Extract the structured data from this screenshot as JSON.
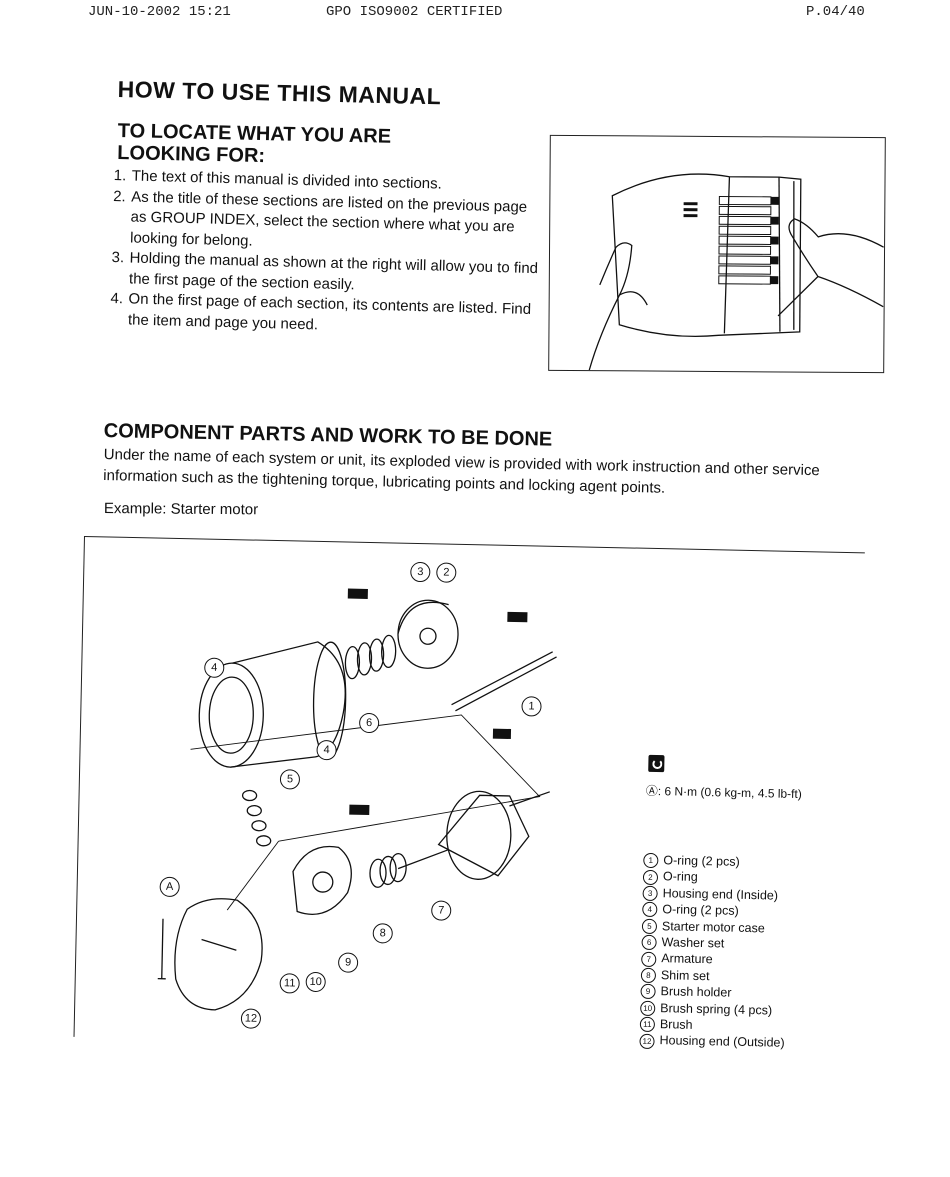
{
  "fax_header": {
    "date_time": "JUN-10-2002  15:21",
    "certification": "GPO ISO9002 CERTIFIED",
    "page": "P.04/40"
  },
  "main_title": "HOW TO USE THIS MANUAL",
  "locate_section": {
    "title": "TO LOCATE WHAT YOU ARE LOOKING FOR:",
    "steps": [
      {
        "num": "1.",
        "text": "The text of this manual is divided into sections."
      },
      {
        "num": "2.",
        "text": "As the title of these sections are listed on the previous page as GROUP INDEX, select the section where what you are looking for belong."
      },
      {
        "num": "3.",
        "text": "Holding the manual as shown at the right will allow you to find the first page of the section easily."
      },
      {
        "num": "4.",
        "text": "On the first page of each section, its contents are listed. Find the item and page you need."
      }
    ]
  },
  "component_section": {
    "title": "COMPONENT PARTS AND WORK TO BE DONE",
    "body": "Under the name of each system or unit, its exploded view is provided with work instruction and other service information such as the tightening torque, lubricating points and locking agent points.",
    "example": "Example: Starter motor"
  },
  "diagram": {
    "torque_spec": "Ⓐ: 6 N·m (0.6 kg-m, 4.5 lb-ft)",
    "legend": [
      {
        "num": "1",
        "label": "O-ring (2 pcs)"
      },
      {
        "num": "2",
        "label": "O-ring"
      },
      {
        "num": "3",
        "label": "Housing end (Inside)"
      },
      {
        "num": "4",
        "label": "O-ring (2 pcs)"
      },
      {
        "num": "5",
        "label": "Starter motor case"
      },
      {
        "num": "6",
        "label": "Washer set"
      },
      {
        "num": "7",
        "label": "Armature"
      },
      {
        "num": "8",
        "label": "Shim set"
      },
      {
        "num": "9",
        "label": "Brush holder"
      },
      {
        "num": "10",
        "label": "Brush spring (4 pcs)"
      },
      {
        "num": "11",
        "label": "Brush"
      },
      {
        "num": "12",
        "label": "Housing end (Outside)"
      }
    ],
    "callouts": [
      "1",
      "2",
      "3",
      "4",
      "4",
      "5",
      "6",
      "7",
      "8",
      "9",
      "10",
      "11",
      "12",
      "A",
      "A"
    ]
  }
}
